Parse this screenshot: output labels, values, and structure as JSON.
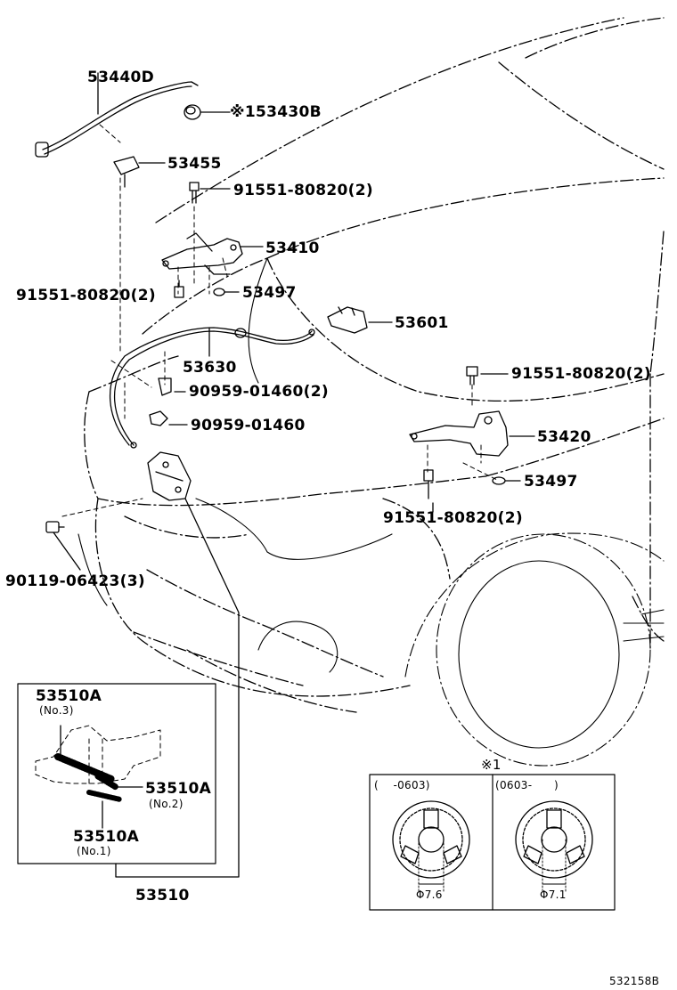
{
  "labels": {
    "p53440D": "53440D",
    "p53430B": "※153430B",
    "p53455": "53455",
    "p91551_a": "91551-80820(2)",
    "p53410": "53410",
    "p91551_b": "91551-80820(2)",
    "p53497_a": "53497",
    "p53601": "53601",
    "p53630": "53630",
    "p90959_a": "90959-01460(2)",
    "p90959_b": "90959-01460",
    "p91551_c": "91551-80820(2)",
    "p53420": "53420",
    "p53497_b": "53497",
    "p91551_d": "91551-80820(2)",
    "p90119": "90119-06423(3)",
    "p53510": "53510"
  },
  "inset_springs": {
    "no3_part": "53510A",
    "no3_note": "(No.3)",
    "no2_part": "53510A",
    "no2_note": "(No.2)",
    "no1_part": "53510A",
    "no1_note": "(No.1)"
  },
  "inset_clip": {
    "ref_mark": "※1",
    "left_range": "(    -0603)",
    "right_range": "(0603-      )",
    "left_dim": "Φ7.6",
    "right_dim": "Φ7.1"
  },
  "figure_code": "532158B"
}
